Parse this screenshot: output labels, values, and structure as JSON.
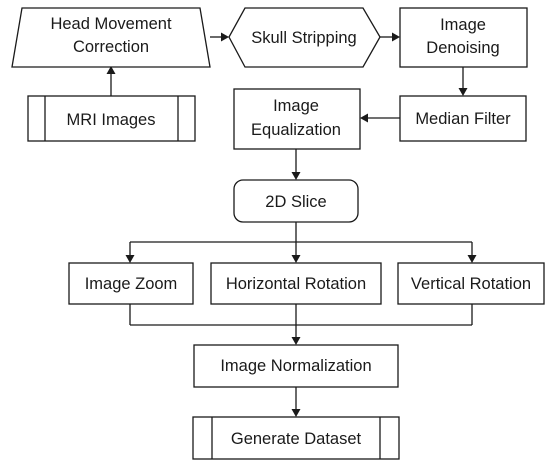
{
  "nodes": {
    "head_movement": {
      "line1": "Head Movement",
      "line2": "Correction"
    },
    "skull_stripping": {
      "label": "Skull Stripping"
    },
    "image_denoising": {
      "line1": "Image",
      "line2": "Denoising"
    },
    "mri_images": {
      "label": "MRI Images"
    },
    "image_equalization": {
      "line1": "Image",
      "line2": "Equalization"
    },
    "median_filter": {
      "label": "Median Filter"
    },
    "slice_2d": {
      "label": "2D Slice"
    },
    "image_zoom": {
      "label": "Image Zoom"
    },
    "horizontal_rotation": {
      "label": "Horizontal Rotation"
    },
    "vertical_rotation": {
      "label": "Vertical Rotation"
    },
    "image_normalization": {
      "label": "Image Normalization"
    },
    "generate_dataset": {
      "label": "Generate Dataset"
    }
  }
}
